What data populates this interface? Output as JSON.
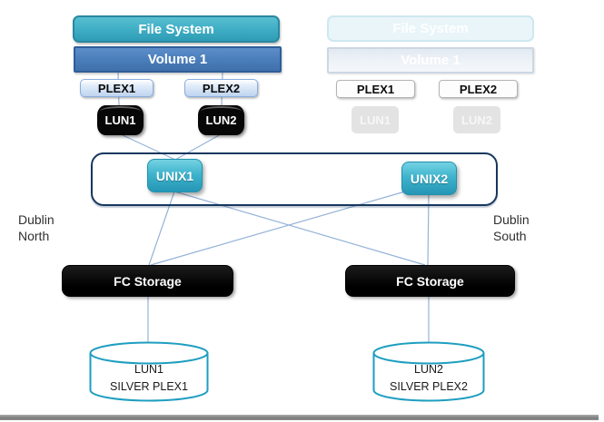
{
  "left_stack": {
    "file_system_label": "File System",
    "volume_label": "Volume 1",
    "plex1_label": "PLEX1",
    "plex2_label": "PLEX2",
    "lun1_label": "LUN1",
    "lun2_label": "LUN2"
  },
  "right_stack": {
    "file_system_label": "File System",
    "volume_label": "Volume 1",
    "plex1_label": "PLEX1",
    "plex2_label": "PLEX2",
    "lun1_label": "LUN1",
    "lun2_label": "LUN2"
  },
  "cluster": {
    "unix1_label": "UNIX1",
    "unix2_label": "UNIX2"
  },
  "sites": {
    "north": {
      "line1": "Dublin",
      "line2": "North"
    },
    "south": {
      "line1": "Dublin",
      "line2": "South"
    }
  },
  "storage": {
    "left_label": "FC Storage",
    "right_label": "FC Storage"
  },
  "disks": {
    "left": {
      "line1": "LUN1",
      "line2": "SILVER PLEX1"
    },
    "right": {
      "line1": "LUN2",
      "line2": "SILVER PLEX2"
    }
  },
  "colors": {
    "file_system_teal": "#41b0c6",
    "volume_blue": "#4a7ebb",
    "plex_light_blue": "#c3d6f0",
    "plex_border_blue": "#8aaede",
    "unix_cyan": "#35abc7",
    "cluster_border_navy": "#17375e",
    "connector_blue": "#95b3d7",
    "cylinder_teal": "#1e9ec0",
    "ghost_fill": "#eaf5f9",
    "lun_black": "#070707",
    "divider_gray": "#8c8c8c"
  }
}
